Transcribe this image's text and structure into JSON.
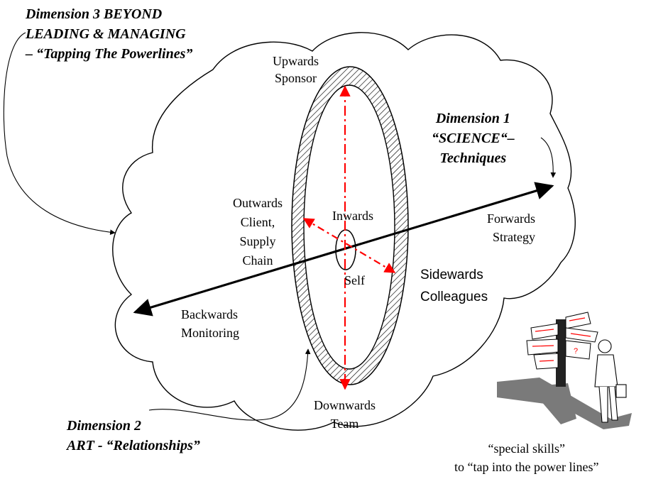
{
  "labels": {
    "dim3": [
      "Dimension 3 BEYOND",
      "LEADING & MANAGING",
      " – “Tapping The Powerlines”"
    ],
    "dim1": [
      "Dimension 1",
      "“SCIENCE“–",
      "Techniques"
    ],
    "dim2": [
      "Dimension 2",
      "ART  - “Relationships”"
    ],
    "upwards": [
      "Upwards",
      "Sponsor"
    ],
    "outwards": [
      "Outwards",
      "Client,",
      "Supply",
      "Chain"
    ],
    "inwards": "Inwards",
    "self": "Self",
    "forwards": [
      "Forwards",
      "Strategy"
    ],
    "sidewards": [
      "Sidewards",
      "Colleagues"
    ],
    "backwards": [
      "Backwards",
      "Monitoring"
    ],
    "downwards": [
      "Downwards",
      "Team"
    ],
    "caption": [
      "“special skills”",
      "to “tap into the power lines”"
    ]
  },
  "colors": {
    "line": "#000000",
    "red": "#ff0000",
    "hatch": "#000000",
    "shadow": "#7a7a7a",
    "background": "#ffffff"
  }
}
